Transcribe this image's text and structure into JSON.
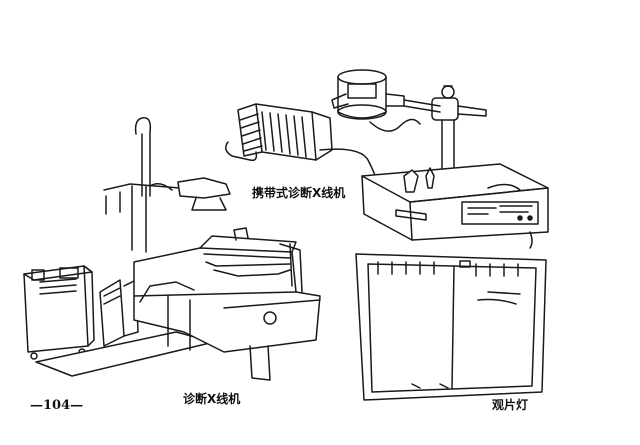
{
  "captions": {
    "portable_xray": "携带式诊断X线机",
    "diagnostic_xray": "诊断X线机",
    "film_viewer": "观片灯"
  },
  "page_number": "—104—",
  "colors": {
    "ink": "#1a1a1a",
    "paper": "#ffffff"
  }
}
